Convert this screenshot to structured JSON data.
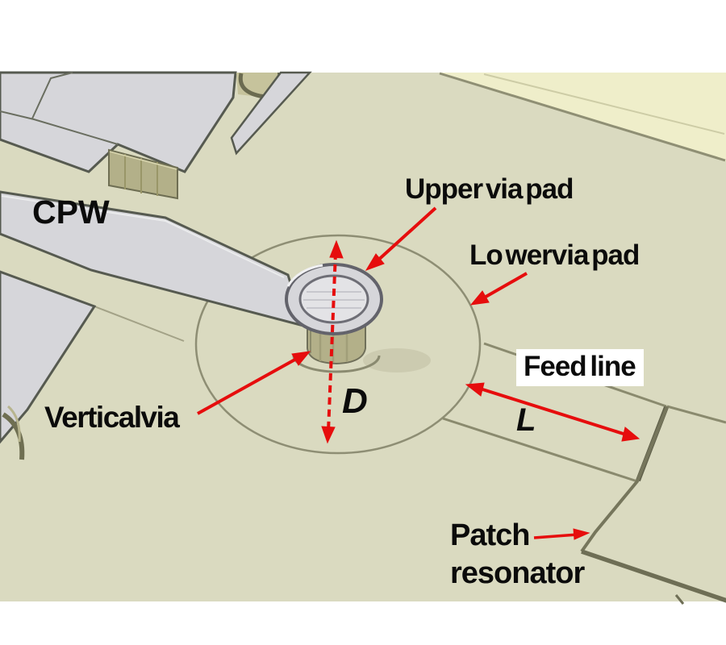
{
  "figure": {
    "labels": {
      "cpw": "CPW",
      "upper_via_pad": "Upper via pad",
      "lower_via_pad": "Lo wervia pad",
      "feed_line": "Feed line",
      "vertical_via": "Vertical via",
      "patch_line1": "Patch",
      "patch_line2": "resonator",
      "dim_diameter": "D",
      "dim_length": "L"
    },
    "colors": {
      "annotation_red": "#e60d0d",
      "substrate": "#dadac0",
      "substrate_edge_light": "#efeeca",
      "metal_gray": "#d6d6da",
      "via_wall_olive": "#b3b089",
      "outline_dark": "#565a50",
      "pad_outline": "#8e8e74"
    }
  }
}
